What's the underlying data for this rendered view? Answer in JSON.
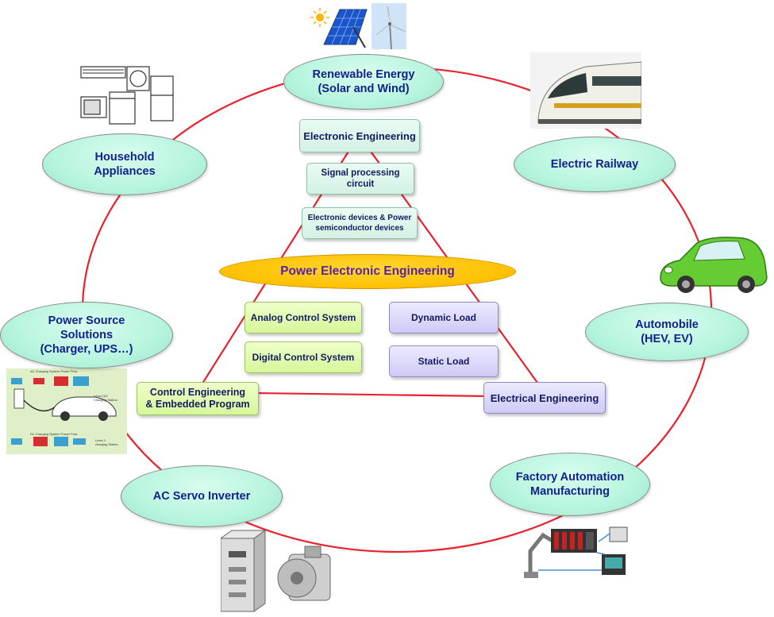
{
  "ring_nodes": {
    "renewable": "Renewable Energy\n(Solar and Wind)",
    "railway": "Electric Railway",
    "automobile": "Automobile\n(HEV, EV)",
    "factory": "Factory Automation\nManufacturing",
    "servo": "AC Servo Inverter",
    "power_source": "Power Source\nSolutions\n(Charger, UPS…)",
    "household": "Household\nAppliances"
  },
  "triangle": {
    "electronic": "Electronic Engineering",
    "control": "Control Engineering\n& Embedded Program",
    "electrical": "Electrical Engineering"
  },
  "inner": {
    "signal": "Signal processing\ncircuit",
    "devices": "Electronic devices & Power\nsemiconductor devices",
    "center": "Power Electronic Engineering",
    "analog": "Analog Control System",
    "digital": "Digital Control System",
    "dynamic": "Dynamic Load",
    "static": "Static Load"
  },
  "charging_picture": {
    "ac_title": "AC Charging System Power Flow",
    "level12": "Level 1&2\nCharging Station",
    "dc_title": "DC Charging System Power Flow",
    "level3": "Level 3\ncharging Station"
  },
  "colors": {
    "ring_line": "#e8222e",
    "ring_fill": "#b7f5dd",
    "ring_text": "#12218c",
    "center_fill": "#ffc000",
    "center_text": "#5a23a0"
  }
}
